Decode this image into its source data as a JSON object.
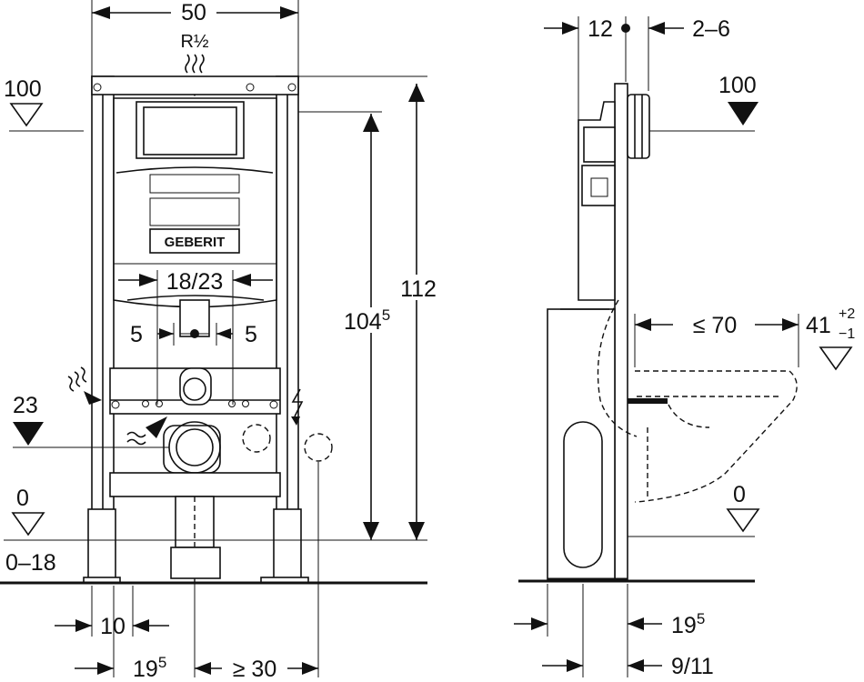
{
  "front_view": {
    "width_label": "50",
    "connection_label": "R½",
    "height_112": "112",
    "height_104_main": "104",
    "height_104_sup": "5",
    "spacing_label": "18/23",
    "offset_left": "5",
    "offset_right": "5",
    "level_100": "100",
    "level_23": "23",
    "level_0": "0",
    "range_0_18": "0–18",
    "dim_10": "10",
    "dim_19_main": "19",
    "dim_19_sup": "5",
    "dim_ge30": "≥ 30",
    "brand_logo": "GEBERIT"
  },
  "side_view": {
    "dim_12": "12",
    "dim_2_6": "2–6",
    "level_100": "100",
    "dim_le70": "≤ 70",
    "dim_41_main": "41",
    "dim_41_plus": "+2",
    "dim_41_minus": "−1",
    "level_0": "0",
    "dim_19_main": "19",
    "dim_19_sup": "5",
    "dim_9_11": "9/11"
  }
}
